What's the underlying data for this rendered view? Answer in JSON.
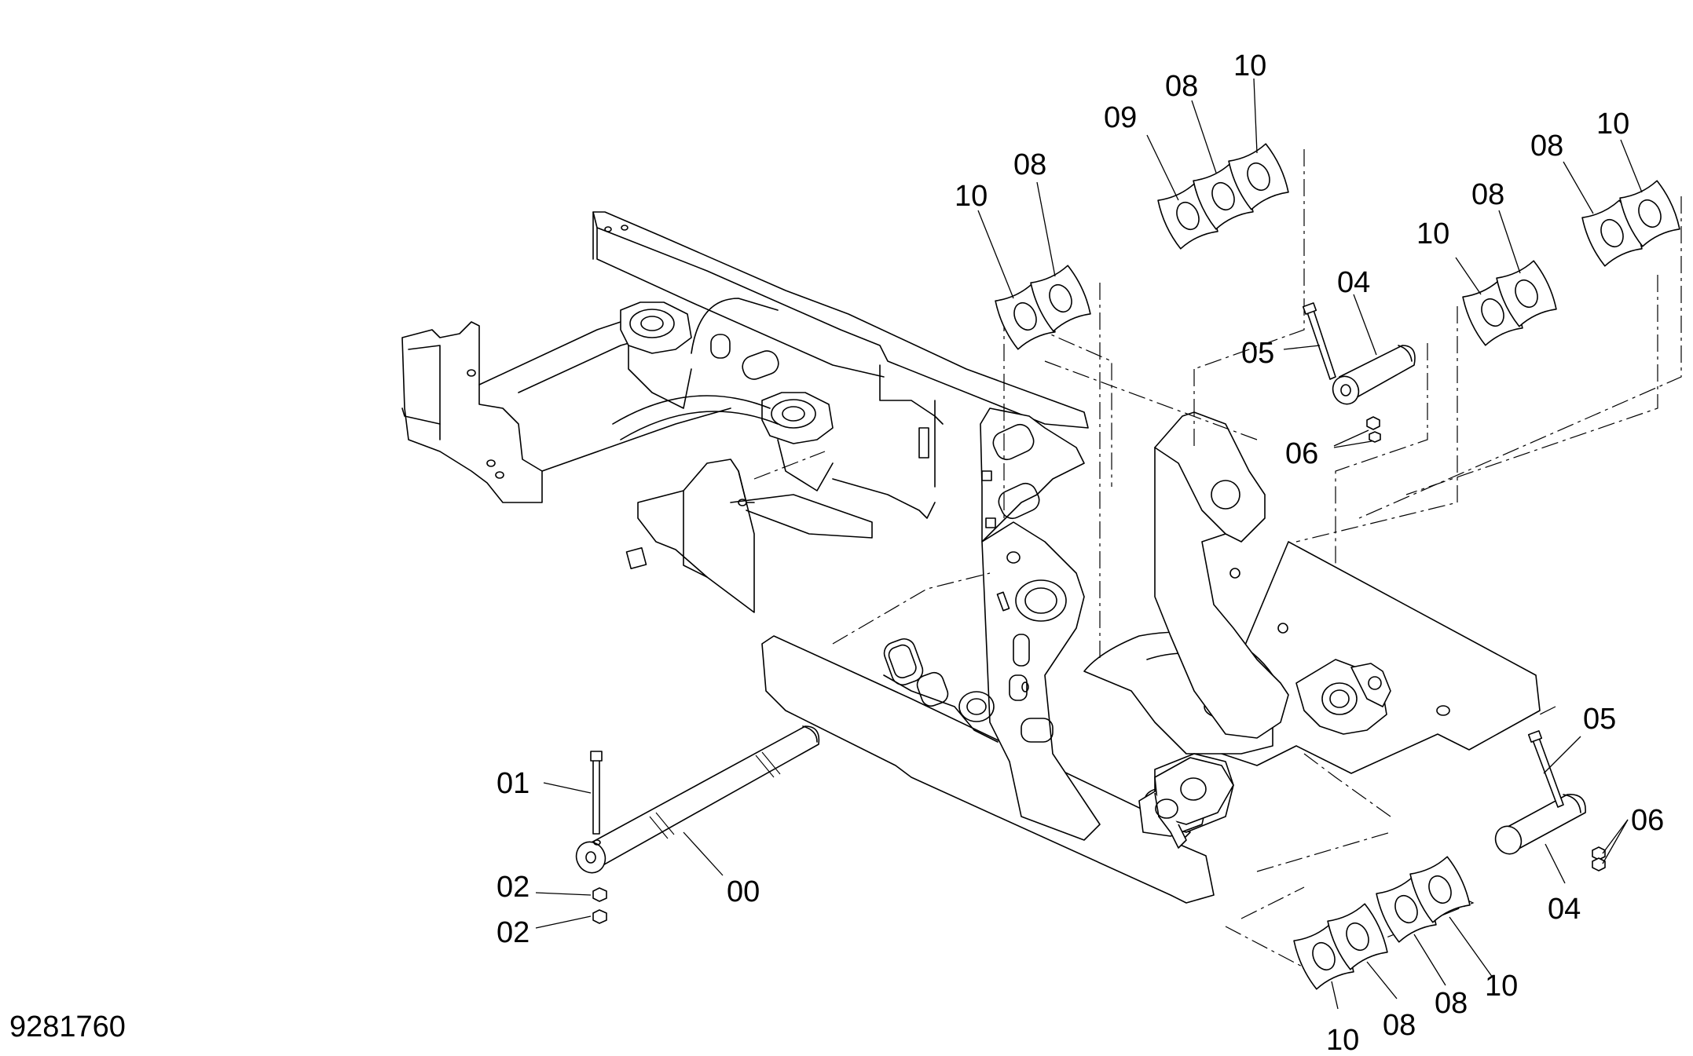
{
  "drawing_number": "9281760",
  "callouts": [
    {
      "label": "10",
      "part": "shim"
    },
    {
      "label": "08",
      "part": "shim"
    },
    {
      "label": "09",
      "part": "shim"
    },
    {
      "label": "08",
      "part": "shim"
    },
    {
      "label": "10",
      "part": "shim"
    },
    {
      "label": "08",
      "part": "shim"
    },
    {
      "label": "10",
      "part": "shim"
    },
    {
      "label": "04",
      "part": "pin"
    },
    {
      "label": "10",
      "part": "shim"
    },
    {
      "label": "08",
      "part": "shim"
    },
    {
      "label": "05",
      "part": "bolt"
    },
    {
      "label": "06",
      "part": "nut"
    },
    {
      "label": "05",
      "part": "bolt"
    },
    {
      "label": "06",
      "part": "nut"
    },
    {
      "label": "04",
      "part": "pin"
    },
    {
      "label": "01",
      "part": "bolt"
    },
    {
      "label": "00",
      "part": "pin"
    },
    {
      "label": "02",
      "part": "nut"
    },
    {
      "label": "02",
      "part": "nut"
    },
    {
      "label": "10",
      "part": "shim"
    },
    {
      "label": "08",
      "part": "shim"
    },
    {
      "label": "08",
      "part": "shim"
    },
    {
      "label": "10",
      "part": "shim"
    }
  ]
}
